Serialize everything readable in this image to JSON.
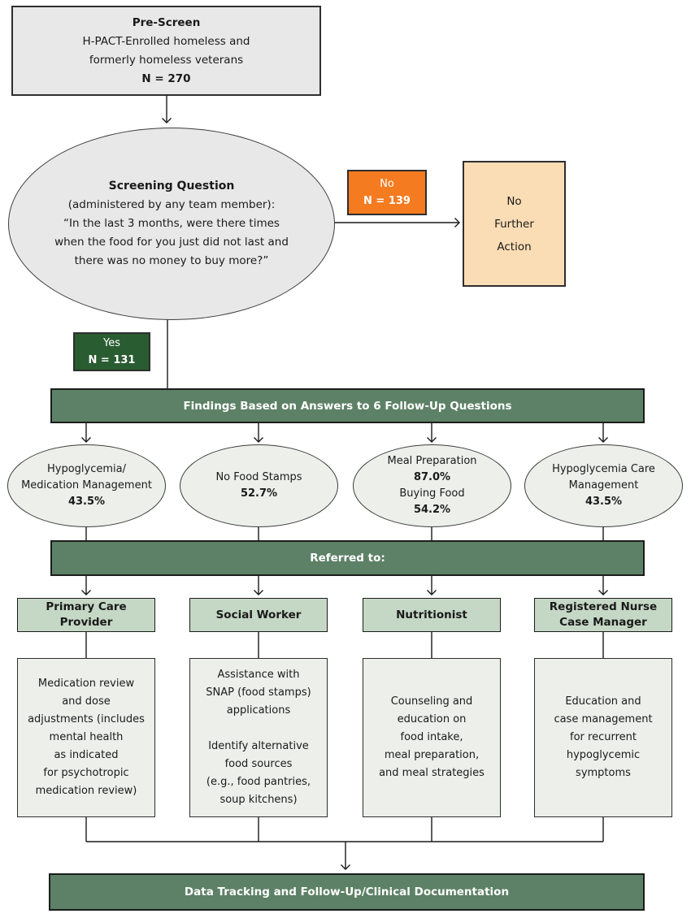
{
  "colors": {
    "banner_green": "#5d8166",
    "dark_green": "#2a5c31",
    "orange": "#f47b20",
    "peach": "#fbddb5",
    "header_green": "#c5d8c6",
    "box_gray": "#e8e8e8",
    "ellipse_gray": "#edefeb",
    "line": "#1a1a1a"
  },
  "pre_screen": {
    "title": "Pre-Screen",
    "line1": "H-PACT-Enrolled homeless and",
    "line2": "formerly homeless veterans",
    "n": "N = 270"
  },
  "screening": {
    "title": "Screening Question",
    "subtitle": "(administered by any team member):",
    "question": "“In the last 3 months, were there times\nwhen the food for you just did not last and\nthere was no money to buy more?”"
  },
  "no_branch": {
    "label": "No",
    "n": "N = 139",
    "action": "No\nFurther\nAction"
  },
  "yes_branch": {
    "label": "Yes",
    "n": "N = 131"
  },
  "findings_banner": "Findings Based on Answers to 6 Follow-Up Questions",
  "findings": [
    {
      "text": "Hypoglycemia/\nMedication Management",
      "stat": "43.5%"
    },
    {
      "text": "No Food Stamps",
      "stat": "52.7%"
    },
    {
      "text1": "Meal Preparation",
      "stat1": "87.0%",
      "text2": "Buying Food",
      "stat2": "54.2%"
    },
    {
      "text": "Hypoglycemia Care\nManagement",
      "stat": "43.5%"
    }
  ],
  "referred_banner": "Referred to:",
  "providers": [
    {
      "role": "Primary Care\nProvider",
      "detail": "Medication review\nand dose\nadjustments (includes\nmental health\nas indicated\nfor psychotropic\nmedication review)"
    },
    {
      "role": "Social Worker",
      "detail": "Assistance with\nSNAP (food stamps)\napplications\n\nIdentify alternative\nfood sources\n(e.g., food pantries,\nsoup kitchens)"
    },
    {
      "role": "Nutritionist",
      "detail": "Counseling and\neducation on\nfood intake,\nmeal preparation,\nand meal strategies"
    },
    {
      "role": "Registered Nurse\nCase Manager",
      "detail": "Education and\ncase management\nfor recurrent\nhypoglycemic\nsymptoms"
    }
  ],
  "bottom_banner": "Data Tracking and Follow-Up/Clinical Documentation"
}
